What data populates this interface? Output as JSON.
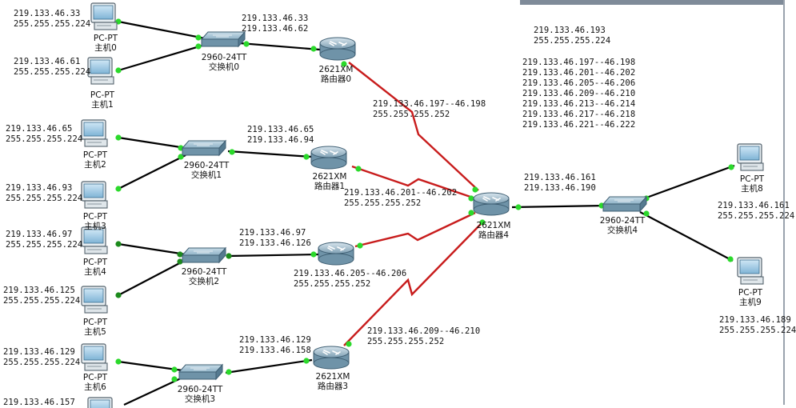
{
  "colors": {
    "copper": "#000000",
    "serial": "#c01818",
    "port_up": "#22dd22"
  },
  "hosts": [
    {
      "id": "pc0",
      "name": "PC-PT",
      "label": "主机0",
      "ip": "219.133.46.33",
      "mask": "255.255.255.224"
    },
    {
      "id": "pc1",
      "name": "PC-PT",
      "label": "主机1",
      "ip": "219.133.46.61",
      "mask": "255.255.255.224"
    },
    {
      "id": "pc2",
      "name": "PC-PT",
      "label": "主机2",
      "ip": "219.133.46.65",
      "mask": "255.255.255.224"
    },
    {
      "id": "pc3",
      "name": "PC-PT",
      "label": "主机3",
      "ip": "219.133.46.93",
      "mask": "255.255.255.224"
    },
    {
      "id": "pc4",
      "name": "PC-PT",
      "label": "主机4",
      "ip": "219.133.46.97",
      "mask": "255.255.255.224"
    },
    {
      "id": "pc5",
      "name": "PC-PT",
      "label": "主机5",
      "ip": "219.133.46.125",
      "mask": "255.255.255.224"
    },
    {
      "id": "pc6",
      "name": "PC-PT",
      "label": "主机6",
      "ip": "219.133.46.129",
      "mask": "255.255.255.224"
    },
    {
      "id": "pc7",
      "ip": "219.133.46.157"
    },
    {
      "id": "pc8",
      "name": "PC-PT",
      "label": "主机8",
      "ip": "219.133.46.161",
      "mask": "255.255.255.224"
    },
    {
      "id": "pc9",
      "name": "PC-PT",
      "label": "主机9",
      "ip": "219.133.46.189",
      "mask": "255.255.255.224"
    }
  ],
  "switches": [
    {
      "id": "sw0",
      "model": "2960-24TT",
      "label": "交换机0"
    },
    {
      "id": "sw1",
      "model": "2960-24TT",
      "label": "交换机1"
    },
    {
      "id": "sw2",
      "model": "2960-24TT",
      "label": "交换机2"
    },
    {
      "id": "sw3",
      "model": "2960-24TT",
      "label": "交换机3"
    },
    {
      "id": "sw4",
      "model": "2960-24TT",
      "label": "交换机4"
    }
  ],
  "routers": [
    {
      "id": "r0",
      "model": "2621XM",
      "label": "路由器0"
    },
    {
      "id": "r1",
      "model": "2621XM",
      "label": "路由器1"
    },
    {
      "id": "r2",
      "model": "2621XM",
      "label": "路由器2"
    },
    {
      "id": "r3",
      "model": "2621XM",
      "label": "路由器3"
    },
    {
      "id": "r4",
      "model": "2621XM",
      "label": "路由器4"
    }
  ],
  "annotations": {
    "sw0_range": [
      "219.133.46.33",
      "219.133.46.62"
    ],
    "sw1_range": [
      "219.133.46.65",
      "219.133.46.94"
    ],
    "sw2_range": [
      "219.133.46.97",
      "219.133.46.126"
    ],
    "sw3_range": [
      "219.133.46.129",
      "219.133.46.158"
    ],
    "sw4_range": [
      "219.133.46.161",
      "219.133.46.190"
    ],
    "serial_r0": [
      "219.133.46.197--46.198",
      "255.255.255.252"
    ],
    "serial_r1": [
      "219.133.46.201--46.202",
      "255.255.255.252"
    ],
    "serial_r2": [
      "219.133.46.205--46.206",
      "255.255.255.252"
    ],
    "serial_r3": [
      "219.133.46.209--46.210",
      "255.255.255.252"
    ],
    "wan_block": [
      "219.133.46.193",
      "255.255.255.224"
    ],
    "wan_pairs": [
      "219.133.46.197--46.198",
      "219.133.46.201--46.202",
      "219.133.46.205--46.206",
      "219.133.46.209--46.210",
      "219.133.46.213--46.214",
      "219.133.46.217--46.218",
      "219.133.46.221--46.222"
    ]
  }
}
